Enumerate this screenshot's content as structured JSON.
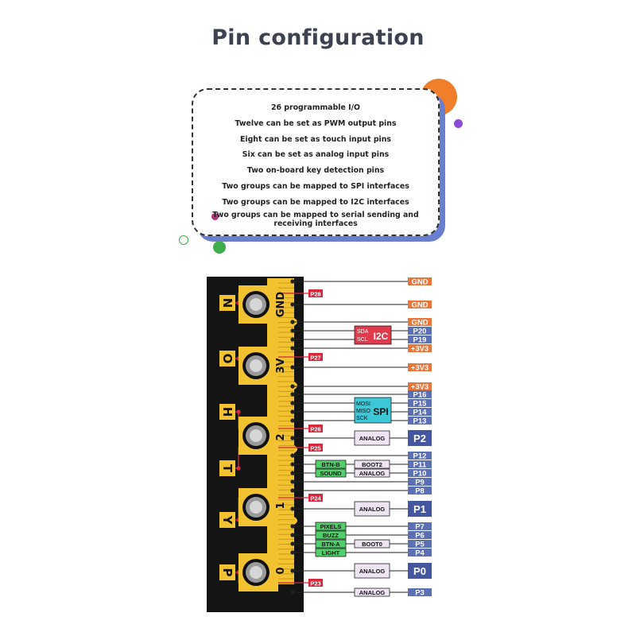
{
  "title": "Pin configuration",
  "features": [
    "26 programmable I/O",
    "Twelve can be set as PWM output pins",
    "Eight can be set as touch input pins",
    "Six can be set as analog input pins",
    "Two on-board key detection pins",
    "Two groups can be mapped to SPI interfaces",
    "Two groups can be mapped to I2C interfaces",
    "Two groups can be mapped to serial sending and receiving interfaces"
  ],
  "colors": {
    "board_black": "#141414",
    "board_gold": "#f2c230",
    "gnd_orange": "#e8763a",
    "pin_blue": "#5b6fb5",
    "pin_blue_dark": "#4556a0",
    "p_label_red": "#d8283c",
    "function_green": "#4fd06a",
    "analog_pink": "#efe4f3",
    "spi_teal": "#3cc6d6",
    "i2c_red": "#e23a4a",
    "accent_orange": "#f07e2b",
    "accent_purple": "#8a4bd6",
    "accent_green": "#3fae4a"
  },
  "board": {
    "pad_letters": [
      "N",
      "O",
      "H",
      "T",
      "Y",
      "P"
    ],
    "edge_labels": [
      "GND",
      "3V",
      "2",
      "1",
      "0"
    ]
  },
  "p_labels": [
    "P28",
    "P27",
    "P26",
    "P25",
    "P24",
    "P23"
  ],
  "right_pins": [
    {
      "label": "GND",
      "kind": "gnd"
    },
    {
      "label": "GND",
      "kind": "gnd"
    },
    {
      "label": "GND",
      "kind": "gnd"
    },
    {
      "label": "P20",
      "kind": "pin"
    },
    {
      "label": "P19",
      "kind": "pin"
    },
    {
      "label": "+3V3",
      "kind": "gnd"
    },
    {
      "label": "+3V3",
      "kind": "gnd"
    },
    {
      "label": "+3V3",
      "kind": "gnd"
    },
    {
      "label": "P16",
      "kind": "pin"
    },
    {
      "label": "P15",
      "kind": "pin"
    },
    {
      "label": "P14",
      "kind": "pin"
    },
    {
      "label": "P13",
      "kind": "pin"
    },
    {
      "label": "P2",
      "kind": "big"
    },
    {
      "label": "P12",
      "kind": "pin"
    },
    {
      "label": "P11",
      "kind": "pin"
    },
    {
      "label": "P10",
      "kind": "pin"
    },
    {
      "label": "P9",
      "kind": "pin"
    },
    {
      "label": "P8",
      "kind": "pin"
    },
    {
      "label": "P1",
      "kind": "big"
    },
    {
      "label": "P7",
      "kind": "pin"
    },
    {
      "label": "P6",
      "kind": "pin"
    },
    {
      "label": "P5",
      "kind": "pin"
    },
    {
      "label": "P4",
      "kind": "pin"
    },
    {
      "label": "P0",
      "kind": "big"
    },
    {
      "label": "P3",
      "kind": "pin"
    }
  ],
  "i2c": {
    "lines": [
      "SDA",
      "SCL"
    ],
    "label": "I2C"
  },
  "spi": {
    "lines": [
      "MOSI",
      "MISO",
      "SCK"
    ],
    "label": "SPI"
  },
  "functions": {
    "analog": "ANALOG",
    "btn_b": "BTN-B",
    "boot2": "BOOT2",
    "sound": "SOUND",
    "pixels": "PIXELS",
    "buzz": "BUZZ",
    "btn_a": "BTN-A",
    "boot0": "BOOT0",
    "light": "LIGHT"
  }
}
